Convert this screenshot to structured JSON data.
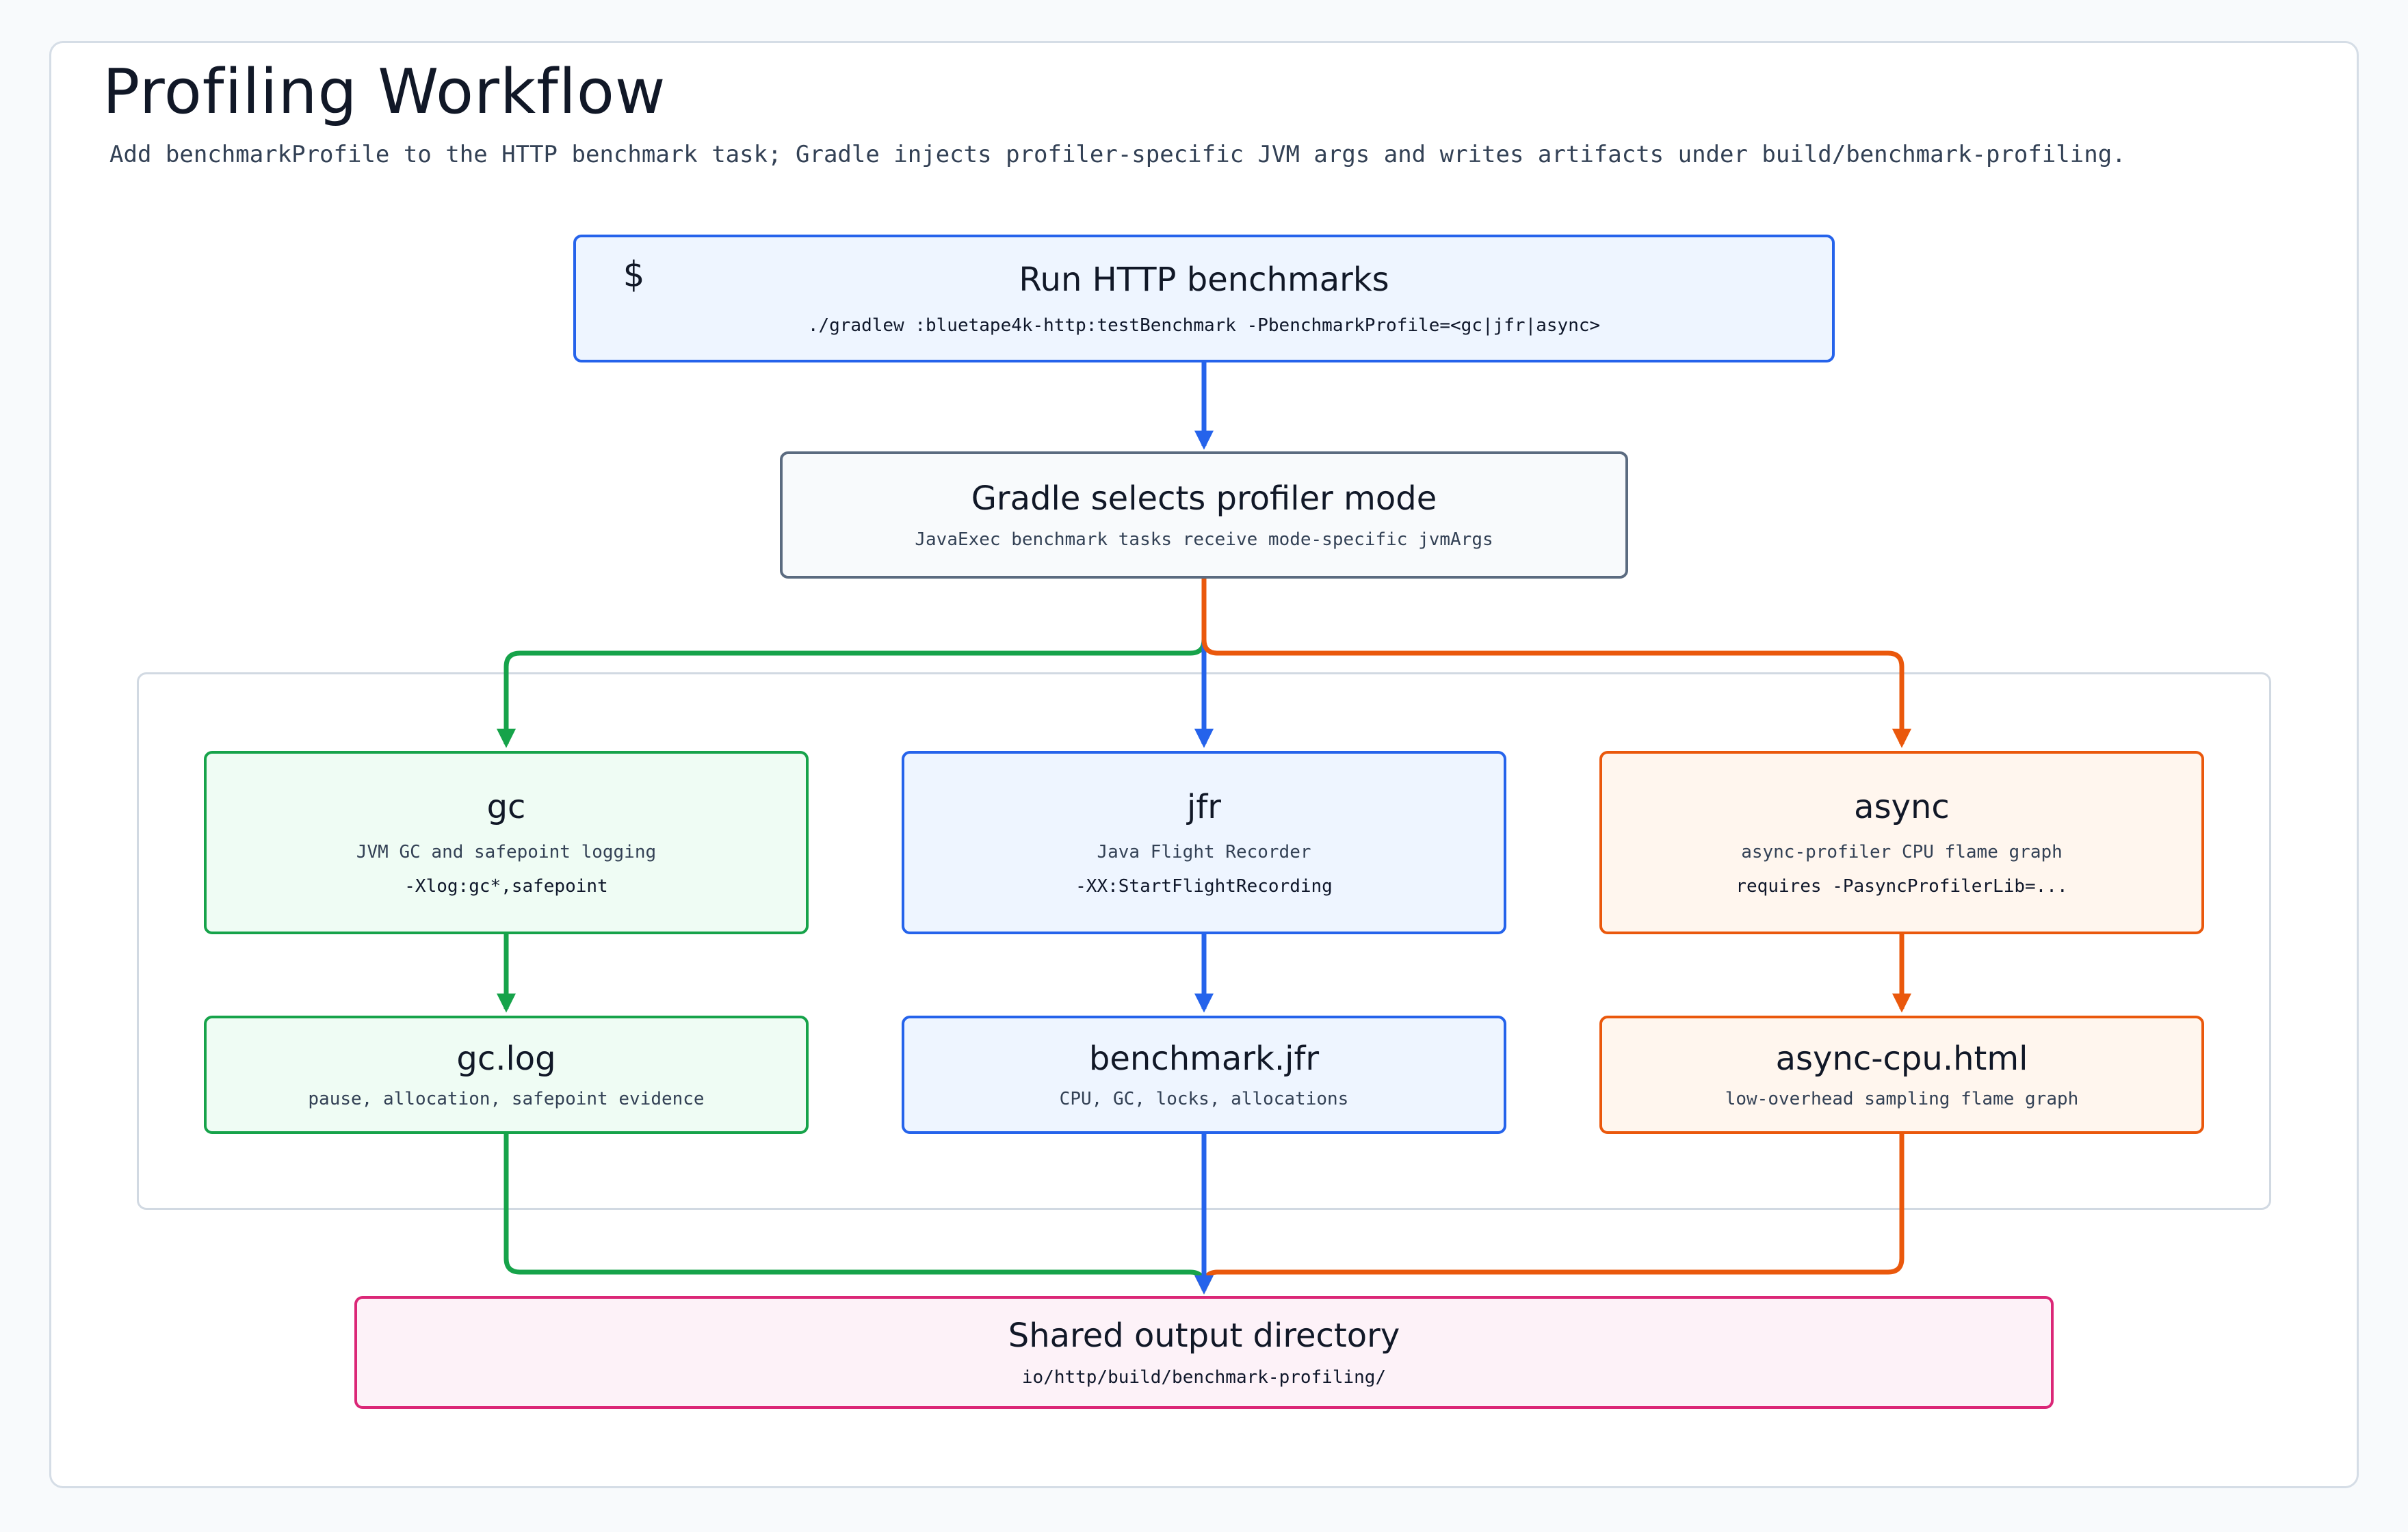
{
  "header": {
    "title": "Profiling Workflow",
    "subtitle": "Add benchmarkProfile to the HTTP benchmark task; Gradle injects profiler-specific JVM args and writes artifacts under build/benchmark-profiling."
  },
  "nodes": {
    "run": {
      "icon": "$",
      "title": "Run HTTP benchmarks",
      "command": "./gradlew :bluetape4k-http:testBenchmark -PbenchmarkProfile=<gc|jfr|async>"
    },
    "select": {
      "title": "Gradle selects profiler mode",
      "desc": "JavaExec benchmark tasks receive mode-specific jvmArgs"
    },
    "gc": {
      "title": "gc",
      "desc": "JVM GC and safepoint logging",
      "arg": "-Xlog:gc*,safepoint"
    },
    "jfr": {
      "title": "jfr",
      "desc": "Java Flight Recorder",
      "arg": "-XX:StartFlightRecording"
    },
    "async": {
      "title": "async",
      "desc": "async-profiler CPU flame graph",
      "arg": "requires -PasyncProfilerLib=..."
    },
    "gclog": {
      "title": "gc.log",
      "desc": "pause, allocation, safepoint evidence"
    },
    "jfrfile": {
      "title": "benchmark.jfr",
      "desc": "CPU, GC, locks, allocations"
    },
    "asynchtml": {
      "title": "async-cpu.html",
      "desc": "low-overhead sampling flame graph"
    },
    "output": {
      "title": "Shared output directory",
      "path": "io/http/build/benchmark-profiling/"
    }
  },
  "colors": {
    "blue": "#2563eb",
    "green": "#16a34a",
    "orange": "#ea580c",
    "pink": "#db2777",
    "slate": "#5b6b80"
  }
}
